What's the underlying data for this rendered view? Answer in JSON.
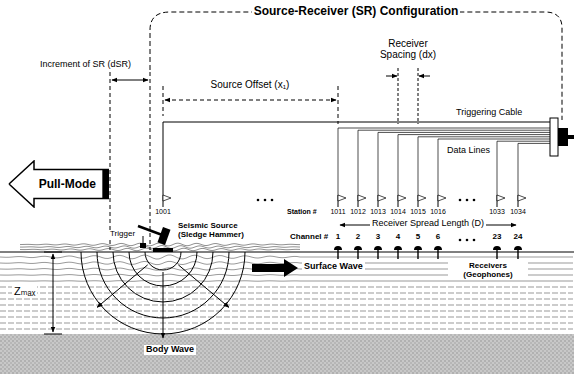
{
  "diagram": {
    "title": "Source-Receiver (SR) Configuration",
    "nodes": [
      {
        "text": [
          "Pull-Mode"
        ]
      }
    ],
    "labels": [
      "Increment of SR (dSR)",
      "Source Offset (x₁)",
      "Receiver Spacing (dx)",
      "Triggering Cable",
      "Data Lines",
      "Station #",
      "1001",
      "1011",
      "1012",
      "1013",
      "1014",
      "1015",
      "1016",
      "1033",
      "1034",
      "Channel #",
      "Receiver Spread Length (D)",
      "1",
      "2",
      "3",
      "4",
      "5",
      "6",
      "23",
      "24",
      "Trigger",
      "Seismic Source (Sledge Hammer)",
      "Surface Wave",
      "Receivers (Geophones)",
      "Body Wave",
      "Zₘₐₓ"
    ]
  }
}
